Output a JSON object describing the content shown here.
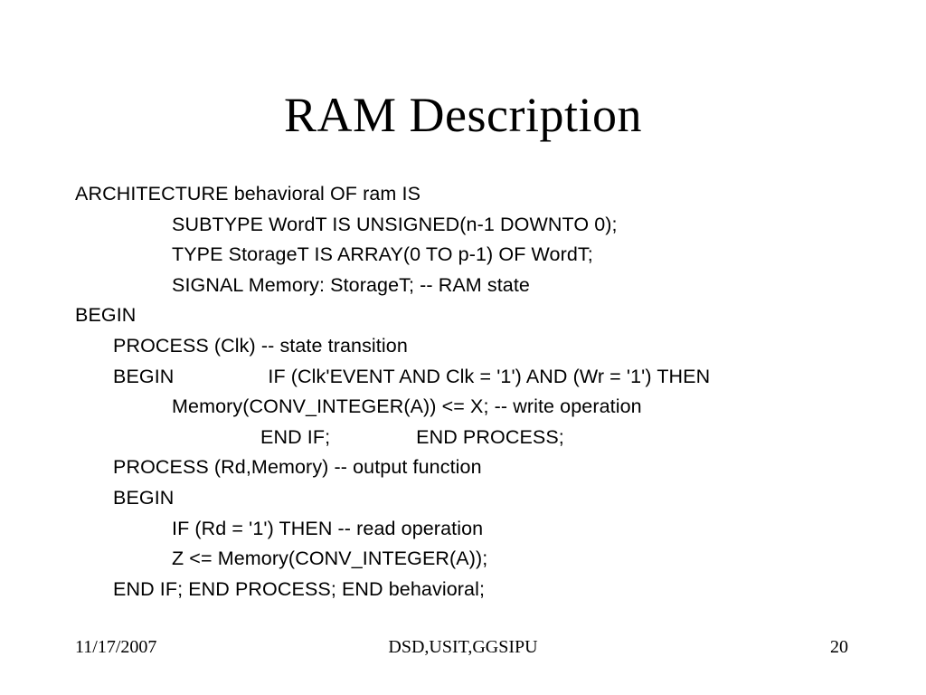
{
  "slide": {
    "title": "RAM Description",
    "page_number": "20",
    "background_color": "#ffffff",
    "text_color": "#000000"
  },
  "code": {
    "lines": [
      {
        "indent": 0,
        "text": "ARCHITECTURE behavioral OF ram IS"
      },
      {
        "indent": 2,
        "text": "SUBTYPE WordT IS UNSIGNED(n-1 DOWNTO 0);"
      },
      {
        "indent": 2,
        "text": "TYPE StorageT IS ARRAY(0 TO p-1) OF WordT;"
      },
      {
        "indent": 2,
        "text": "SIGNAL Memory: StorageT; -- RAM state"
      },
      {
        "indent": 0,
        "text": "BEGIN"
      },
      {
        "indent": 1,
        "text": "PROCESS (Clk) -- state transition"
      },
      {
        "indent": 1,
        "text": "BEGIN"
      },
      {
        "indent": 1,
        "text": "IF (Clk'EVENT AND Clk = '1') AND (Wr = '1') THEN"
      },
      {
        "indent": 2,
        "text": "Memory(CONV_INTEGER(A)) <= X; -- write operation"
      },
      {
        "indent": 3,
        "text": "END IF;"
      },
      {
        "indent": 3,
        "text": "END PROCESS;"
      },
      {
        "indent": 1,
        "text": "PROCESS (Rd,Memory) -- output function"
      },
      {
        "indent": 1,
        "text": "BEGIN"
      },
      {
        "indent": 2,
        "text": "IF (Rd = '1') THEN -- read operation"
      },
      {
        "indent": 2,
        "text": "Z <= Memory(CONV_INTEGER(A));"
      },
      {
        "indent": 1,
        "text": "END IF; END PROCESS; END behavioral;"
      }
    ],
    "line_1": "ARCHITECTURE behavioral OF ram IS",
    "line_2": "SUBTYPE WordT IS UNSIGNED(n-1 DOWNTO 0);",
    "line_3": "TYPE StorageT IS ARRAY(0 TO p-1) OF WordT;",
    "line_4": "SIGNAL Memory: StorageT; -- RAM state",
    "line_5": "BEGIN",
    "line_6": "PROCESS (Clk) -- state transition",
    "line_7_a": "BEGIN",
    "line_7_b": "IF (Clk'EVENT AND Clk = '1') AND (Wr = '1') THEN",
    "line_8": "Memory(CONV_INTEGER(A)) <= X; -- write operation",
    "line_9_a": "END IF;",
    "line_9_b": "END PROCESS;",
    "line_10": "PROCESS (Rd,Memory) -- output function",
    "line_11": "BEGIN",
    "line_12": "IF (Rd = '1') THEN -- read operation",
    "line_13": "Z <= Memory(CONV_INTEGER(A));",
    "line_14": "END IF; END PROCESS; END behavioral;"
  },
  "footer": {
    "date": "11/17/2007",
    "center": "DSD,USIT,GGSIPU",
    "page": "20"
  }
}
